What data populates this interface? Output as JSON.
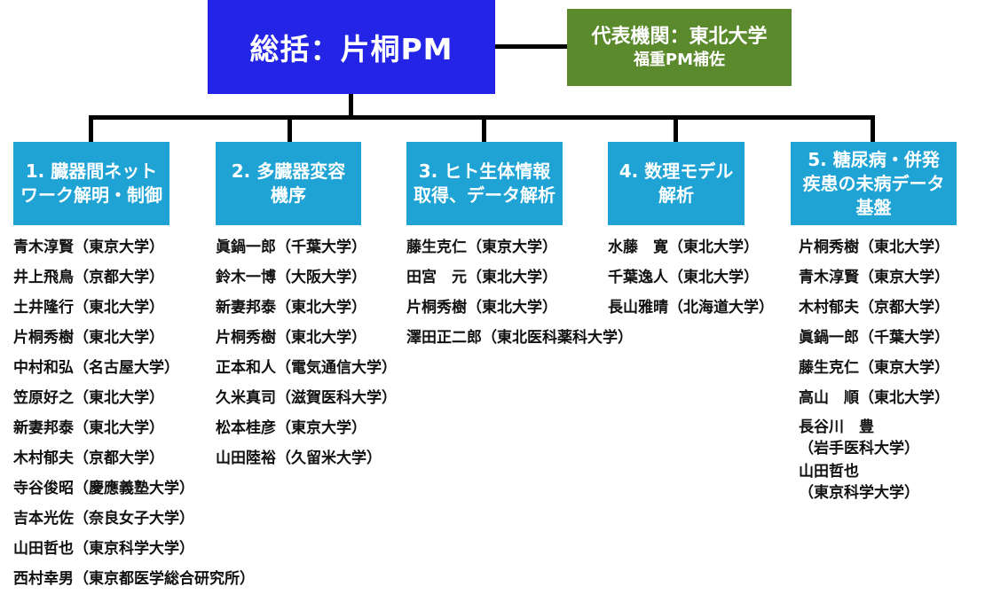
{
  "top": {
    "label": "総括：片桐PM"
  },
  "representative": {
    "line1": "代表機関：東北大学",
    "line2": "福重PM補佐"
  },
  "categories": [
    {
      "label": "1.  臓器間ネット\nワーク解明・制御",
      "members": [
        "青木淳賢（東京大学）",
        "井上飛鳥（京都大学）",
        "土井隆行（東北大学）",
        "片桐秀樹（東北大学）",
        "中村和弘（名古屋大学）",
        "笠原好之（東北大学）",
        "新妻邦泰（東北大学）",
        "木村郁夫（京都大学）",
        "寺谷俊昭（慶應義塾大学）",
        "吉本光佐（奈良女子大学）",
        "山田哲也（東京科学大学）",
        "西村幸男（東京都医学総合研究所）"
      ]
    },
    {
      "label": "2.  多臓器変容\n機序",
      "members": [
        "眞鍋一郎（千葉大学）",
        "鈴木一博（大阪大学）",
        "新妻邦泰（東北大学）",
        "片桐秀樹（東北大学）",
        "正本和人（電気通信大学）",
        "久米真司（滋賀医科大学）",
        "松本桂彦（東京大学）",
        "山田陸裕（久留米大学）"
      ]
    },
    {
      "label": "3.  ヒト生体情報\n取得、データ解析",
      "members": [
        "藤生克仁（東京大学）",
        "田宮　元（東北大学）",
        "片桐秀樹（東北大学）",
        "澤田正二郎（東北医科薬科大学）"
      ]
    },
    {
      "label": "4.  数理モデル\n解析",
      "members": [
        "水藤　寛（東北大学）",
        "千葉逸人（東北大学）",
        "長山雅晴（北海道大学）"
      ]
    },
    {
      "label": "5.  糖尿病・併発\n疾患の未病データ\n基盤",
      "members": [
        "片桐秀樹（東北大学）",
        "青木淳賢（東京大学）",
        "木村郁夫（京都大学）",
        "眞鍋一郎（千葉大学）",
        "藤生克仁（東京大学）",
        "高山　順（東北大学）",
        "長谷川　豊\n（岩手医科大学）",
        "山田哲也\n（東京科学大学）"
      ]
    }
  ]
}
